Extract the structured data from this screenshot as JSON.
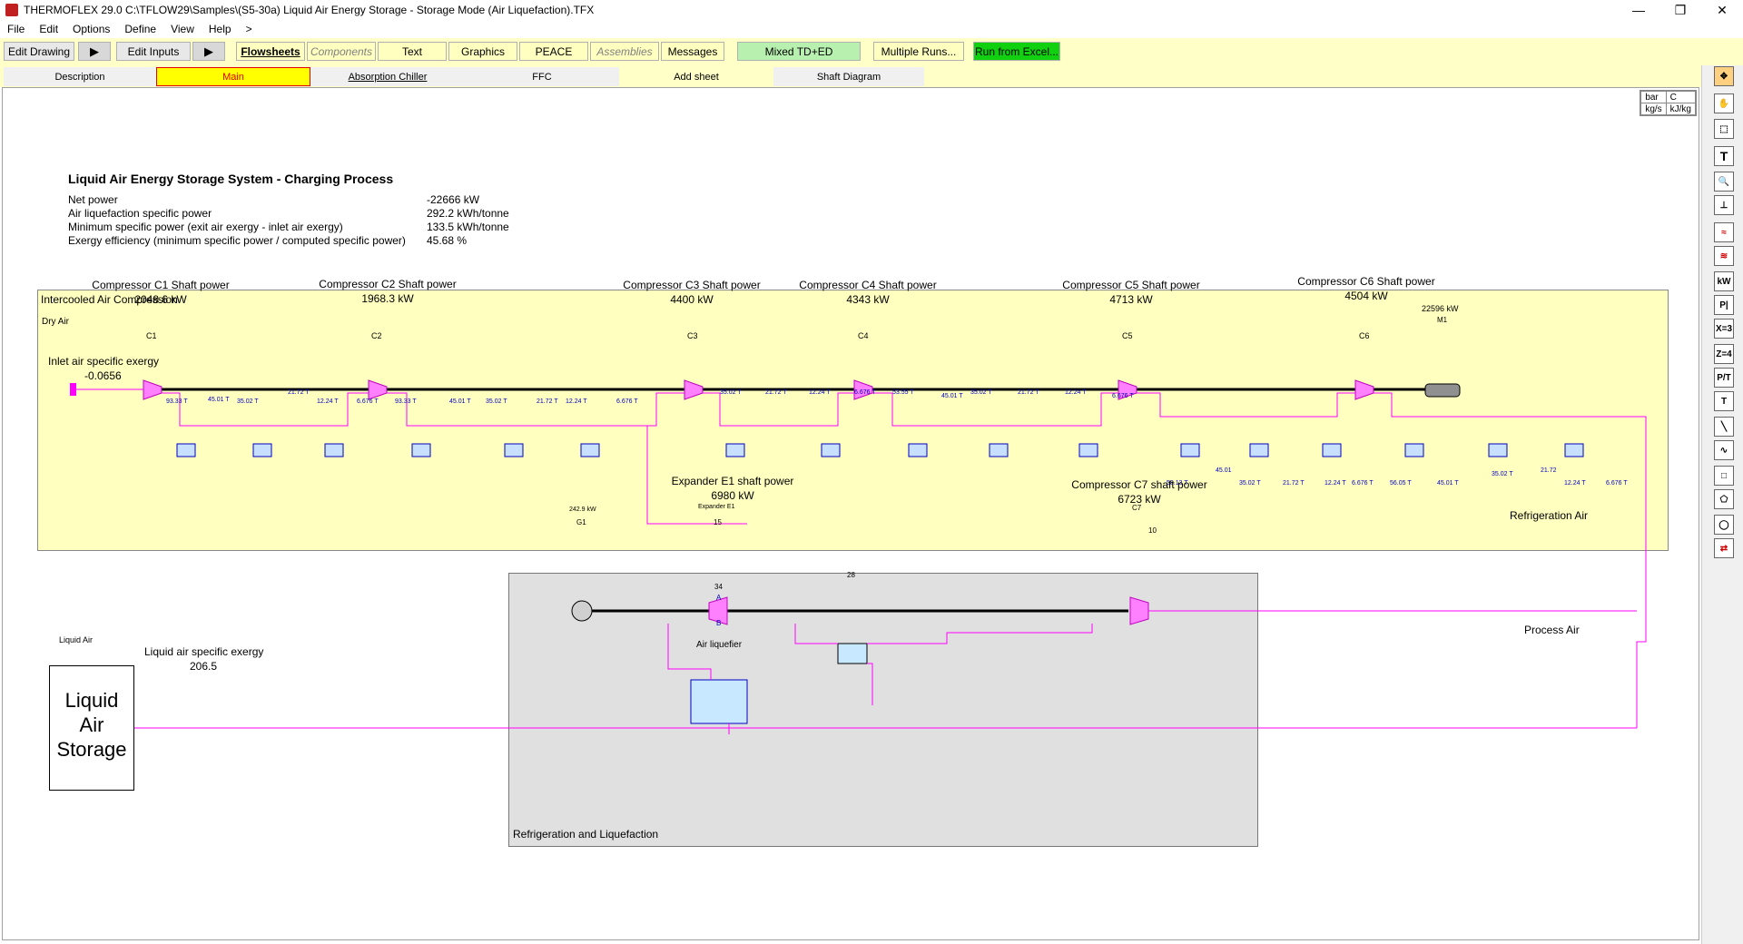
{
  "window": {
    "title": "THERMOFLEX 29.0   C:\\TFLOW29\\Samples\\(S5-30a) Liquid Air Energy Storage - Storage Mode (Air Liquefaction).TFX",
    "minimize": "—",
    "maximize": "❐",
    "close": "✕"
  },
  "menu": [
    "File",
    "Edit",
    "Options",
    "Define",
    "View",
    "Help",
    ">"
  ],
  "toolbar": {
    "edit_drawing": "Edit Drawing",
    "edit_inputs": "Edit Inputs",
    "flowsheets": "Flowsheets",
    "components": "Components",
    "text": "Text",
    "graphics": "Graphics",
    "peace": "PEACE",
    "assemblies": "Assemblies",
    "messages": "Messages",
    "mixed": "Mixed TD+ED",
    "multiple_runs": "Multiple Runs...",
    "run_excel": "Run from Excel..."
  },
  "tabs": [
    "Description",
    "Main",
    "Absorption Chiller",
    "FFC",
    "Add sheet",
    "Shaft Diagram"
  ],
  "units": {
    "pressure": "bar",
    "temperature": "C",
    "flow": "kg/s",
    "enthalpy": "kJ/kg"
  },
  "summary": {
    "heading": "Liquid Air Energy Storage System - Charging Process",
    "rows": [
      {
        "k": "Net power",
        "v": "-22666 kW"
      },
      {
        "k": "Air liquefaction specific power",
        "v": "292.2 kWh/tonne"
      },
      {
        "k": "Minimum specific power (exit air exergy - inlet air exergy)",
        "v": "133.5 kWh/tonne"
      },
      {
        "k": "Exergy efficiency (minimum specific power / computed specific power)",
        "v": "45.68 %"
      }
    ]
  },
  "compression": {
    "label": "Intercooled Air Compression",
    "dry_air": "Dry Air",
    "inlet_exergy_label": "Inlet air specific exergy",
    "inlet_exergy_value": "-0.0656",
    "motor_power": "22596 kW",
    "motor": "M1",
    "compressors": [
      {
        "title": "Compressor C1 Shaft power",
        "power": "2048.6 kW",
        "tag": "C1"
      },
      {
        "title": "Compressor C2 Shaft power",
        "power": "1968.3 kW",
        "tag": "C2"
      },
      {
        "title": "Compressor C3 Shaft power",
        "power": "4400 kW",
        "tag": "C3"
      },
      {
        "title": "Compressor C4 Shaft power",
        "power": "4343 kW",
        "tag": "C4"
      },
      {
        "title": "Compressor C5 Shaft power",
        "power": "4713 kW",
        "tag": "C5"
      },
      {
        "title": "Compressor C6 Shaft power",
        "power": "4504 kW",
        "tag": "C6"
      }
    ],
    "hx_temps": [
      "93.33 T",
      "45.01 T",
      "35.02 T",
      "21.72 T",
      "12.24 T",
      "6.676 T",
      "93.33 T",
      "45.01 T",
      "35.02 T",
      "21.72 T",
      "12.24 T",
      "6.676 T",
      "35.02 T",
      "21.72 T",
      "12.24 T",
      "6.676 T",
      "53.55 T",
      "45.01 T",
      "35.02 T",
      "21.72 T",
      "12.24 T",
      "6.676 T",
      "58.13 T",
      "45.01",
      "35.02 T",
      "21.72 T",
      "12.24 T",
      "6.676 T",
      "56.05 T",
      "45.01 T",
      "35.02 T",
      "21.72",
      "12.24 T",
      "6.676 T"
    ]
  },
  "refrigeration": {
    "label": "Refrigeration and Liquefaction",
    "expander_title": "Expander E1 shaft power",
    "expander_power": "6980 kW",
    "compressor_title": "Compressor C7 shaft power",
    "compressor_power": "6723 kW",
    "generator": "G1",
    "generator_power": "242.9 kW",
    "expander_tag": "Expander E1",
    "air_liquefier": "Air liquefier",
    "hx_a": "A",
    "hx_b": "B",
    "node_34": "34",
    "node_28": "28",
    "node_15": "15",
    "node_10": "10",
    "c7": "C7"
  },
  "streams": {
    "refrigeration_air": "Refrigeration Air",
    "process_air": "Process Air",
    "liquid_air": "Liquid Air",
    "liquid_exergy_label": "Liquid air specific exergy",
    "liquid_exergy_value": "206.5"
  },
  "storage": {
    "line1": "Liquid",
    "line2": "Air",
    "line3": "Storage"
  }
}
